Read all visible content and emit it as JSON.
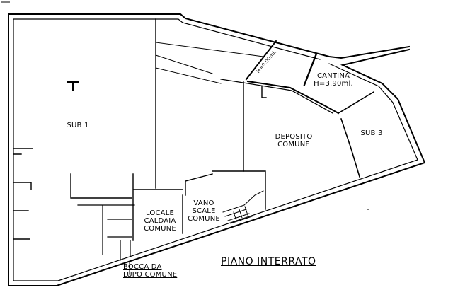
{
  "title": "PIANO INTERRATO",
  "rooms": {
    "sub1": "SUB 1",
    "deposito": "DEPOSITO\nCOMUNE",
    "sub3": "SUB 3",
    "cantina": "CANTINA\nH=3.90ml.",
    "cantina_height": "H=0.00ml.",
    "locale": "LOCALE\nCALDAIA\nCOMUNE",
    "vano": "VANO\nSCALE\nCOMUNE",
    "bocca": "BOCCA DA\nLUPO COMUNE"
  }
}
